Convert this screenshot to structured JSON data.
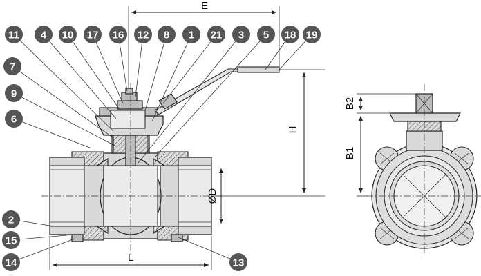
{
  "callouts": [
    {
      "label": "11"
    },
    {
      "label": "4"
    },
    {
      "label": "10"
    },
    {
      "label": "17"
    },
    {
      "label": "16"
    },
    {
      "label": "12"
    },
    {
      "label": "8"
    },
    {
      "label": "1"
    },
    {
      "label": "21"
    },
    {
      "label": "3"
    },
    {
      "label": "5"
    },
    {
      "label": "18"
    },
    {
      "label": "19"
    },
    {
      "label": "7"
    },
    {
      "label": "9"
    },
    {
      "label": "6"
    },
    {
      "label": "2"
    },
    {
      "label": "15"
    },
    {
      "label": "14"
    },
    {
      "label": "13"
    }
  ],
  "dimensions": {
    "E": "E",
    "H": "H",
    "D": "ØD",
    "L": "L",
    "B1": "B1",
    "B2": "B2"
  },
  "colors": {
    "badge": "#555555",
    "body": "#d9d9d9",
    "line": "#222222"
  }
}
